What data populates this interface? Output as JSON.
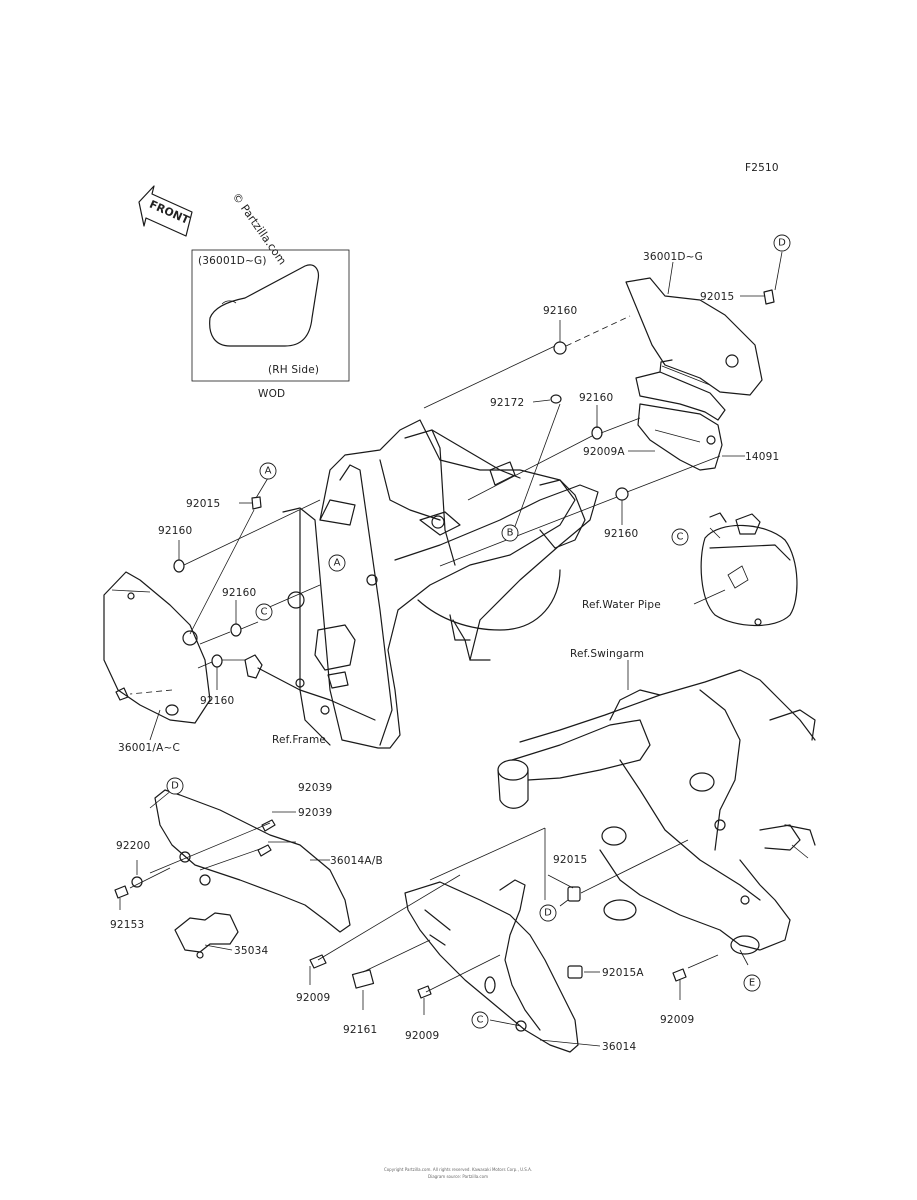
{
  "figure_code": "F2510",
  "front_arrow": "FRONT",
  "watermark": "© Partzilla.com",
  "inset": {
    "part": "(36001D~G)",
    "side": "(RH Side)",
    "caption": "WOD"
  },
  "labels": {
    "p36001DG": "36001D~G",
    "p92015_top": "92015",
    "p92160_a": "92160",
    "p92172": "92172",
    "p92160_b": "92160",
    "p92009A": "92009A",
    "p14091": "14091",
    "p92160_c": "92160",
    "p92015_left": "92015",
    "p92160_d": "92160",
    "p92160_e": "92160",
    "p92160_f": "92160",
    "p36001AC": "36001/A~C",
    "ref_frame": "Ref.Frame",
    "ref_water_pipe": "Ref.Water Pipe",
    "ref_swingarm": "Ref.Swingarm",
    "p92039_a": "92039",
    "p92039_b": "92039",
    "p92200": "92200",
    "p36014AB": "36014A/B",
    "p92153": "92153",
    "p35034": "35034",
    "p92015_mid": "92015",
    "p92015A": "92015A",
    "p92009_a": "92009",
    "p92161": "92161",
    "p92009_b": "92009",
    "p36014": "36014",
    "p92009_c": "92009"
  },
  "callouts": {
    "A": "A",
    "B": "B",
    "C": "C",
    "D": "D",
    "E": "E"
  },
  "footer_line1": "Copyright Partzilla.com. All rights reserved. Kawasaki Motors Corp., U.S.A.",
  "footer_line2": "Diagram source: Partzilla.com"
}
